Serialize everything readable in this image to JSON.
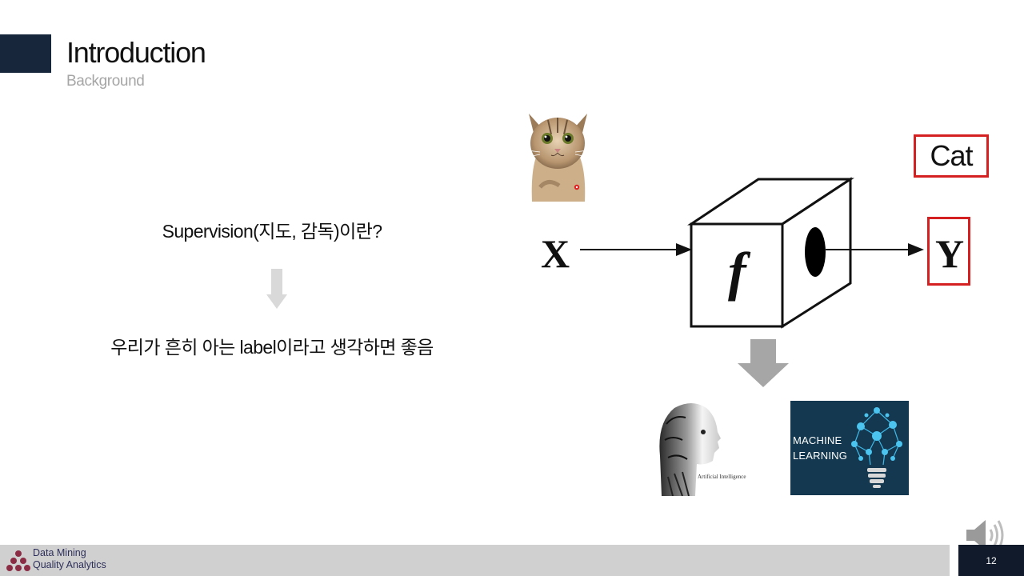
{
  "header": {
    "title": "Introduction",
    "subtitle": "Background"
  },
  "content": {
    "question": "Supervision(지도, 감독)이란?",
    "answer": "우리가 흔히 아는 label이라고 생각하면 좋음"
  },
  "diagram": {
    "input_label": "X",
    "function_label": "f",
    "output_label": "Y",
    "output_value": "Cat"
  },
  "images": {
    "cat": "cat-photo",
    "ai_caption": "Artificial Intelligence",
    "ml_line1": "MACHINE",
    "ml_line2": "LEARNING"
  },
  "footer": {
    "logo_line1": "Data Mining",
    "logo_line2": "Quality Analytics",
    "page_number": "12"
  },
  "colors": {
    "accent_dark": "#17263a",
    "highlight_red": "#d42020",
    "ml_background": "#13384f",
    "logo_maroon": "#8b2c44"
  }
}
